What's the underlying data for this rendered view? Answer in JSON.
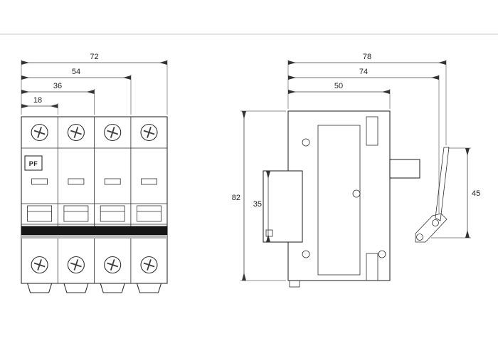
{
  "drawing": {
    "logo_label": "PF",
    "front_view": {
      "width_total_mm": "72",
      "width_3pole_mm": "54",
      "width_2pole_mm": "36",
      "width_1pole_mm": "18"
    },
    "side_view": {
      "depth_total_mm": "78",
      "depth_body_mm": "74",
      "depth_front_mm": "50",
      "height_total_mm": "82",
      "height_terminal_mm": "35",
      "height_rail_mm": "45"
    }
  }
}
